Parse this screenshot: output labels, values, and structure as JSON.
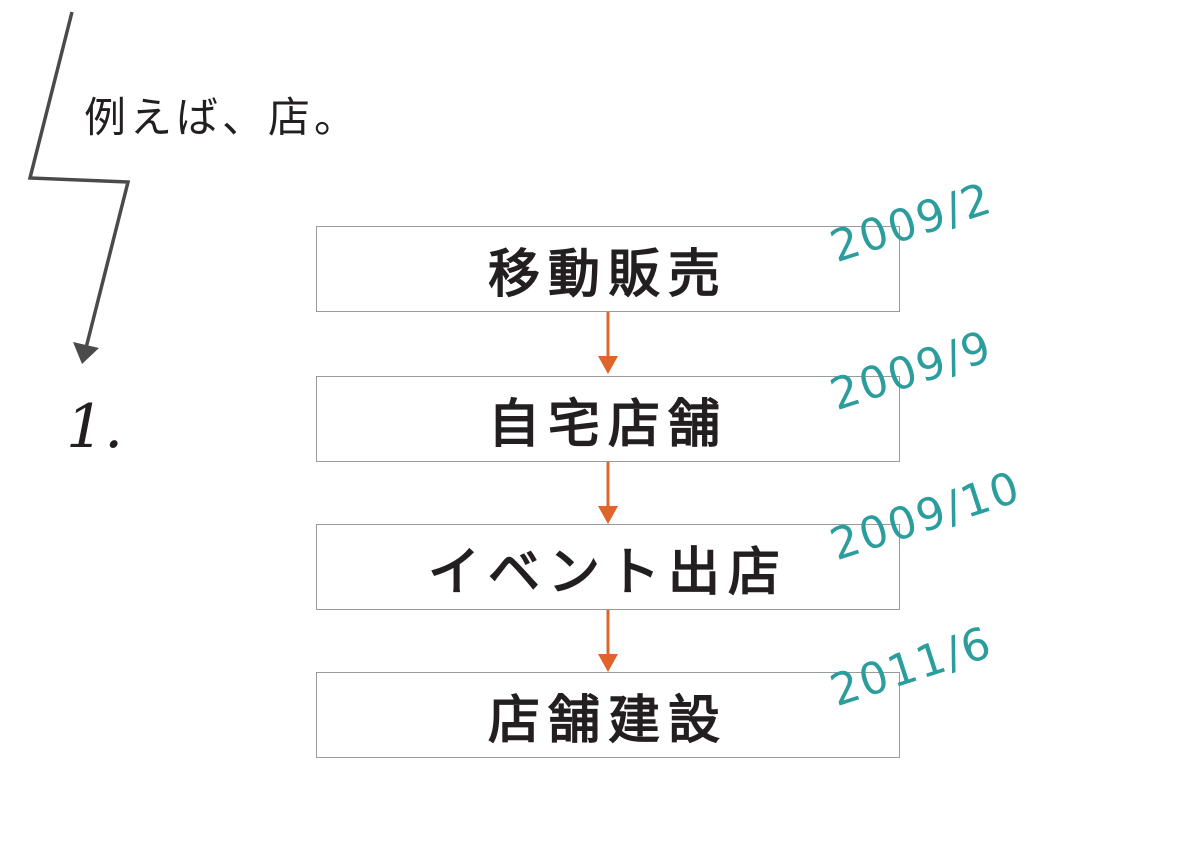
{
  "heading": "例えば、店。",
  "number": "1.",
  "steps": [
    {
      "label": "移動販売",
      "date": "2009/2"
    },
    {
      "label": "自宅店舗",
      "date": "2009/9"
    },
    {
      "label": "イベント出店",
      "date": "2009/10"
    },
    {
      "label": "店舗建設",
      "date": "2011/6"
    }
  ],
  "colors": {
    "text": "#231f20",
    "date": "#2a9d9c",
    "arrow": "#e0642a",
    "box_border": "#9a9a9a",
    "zigzag": "#4a4a4a"
  }
}
